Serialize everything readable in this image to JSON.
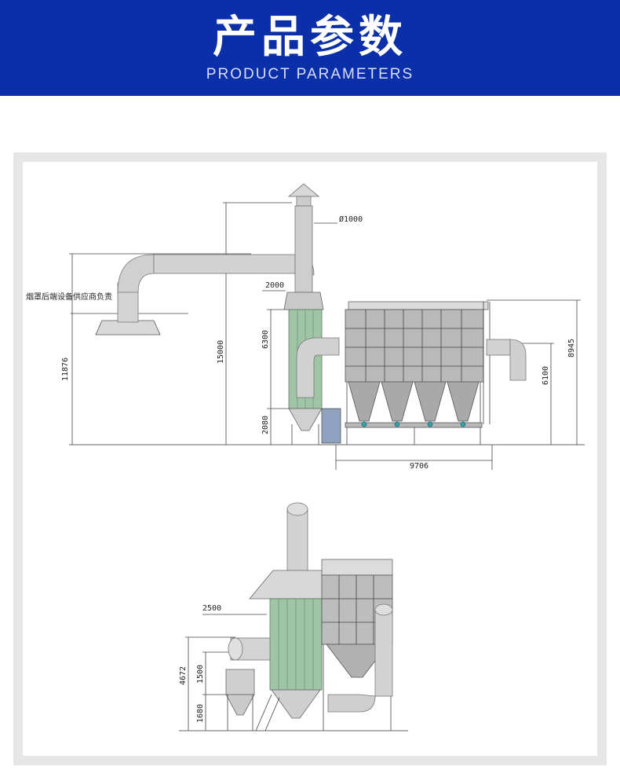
{
  "header": {
    "title": "产品参数",
    "subtitle": "PRODUCT PARAMETERS"
  },
  "colors": {
    "banner": "#0b2fa8",
    "frame": "#e6e6e6",
    "equipment_green": "#9fc4a6"
  },
  "diagram_top": {
    "note": "烟罩后端设备供应商负责",
    "diameter": "Ø1000",
    "width_top": "2000",
    "height_left": "11876",
    "height_stack": "15000",
    "tower_height": "6300",
    "tower_base": "2080",
    "right_height_total": "8945",
    "right_height": "6100",
    "length": "9706"
  },
  "diagram_bottom": {
    "width_hood": "2500",
    "height_total": "4672",
    "height_mid": "1500",
    "height_base": "1680"
  }
}
